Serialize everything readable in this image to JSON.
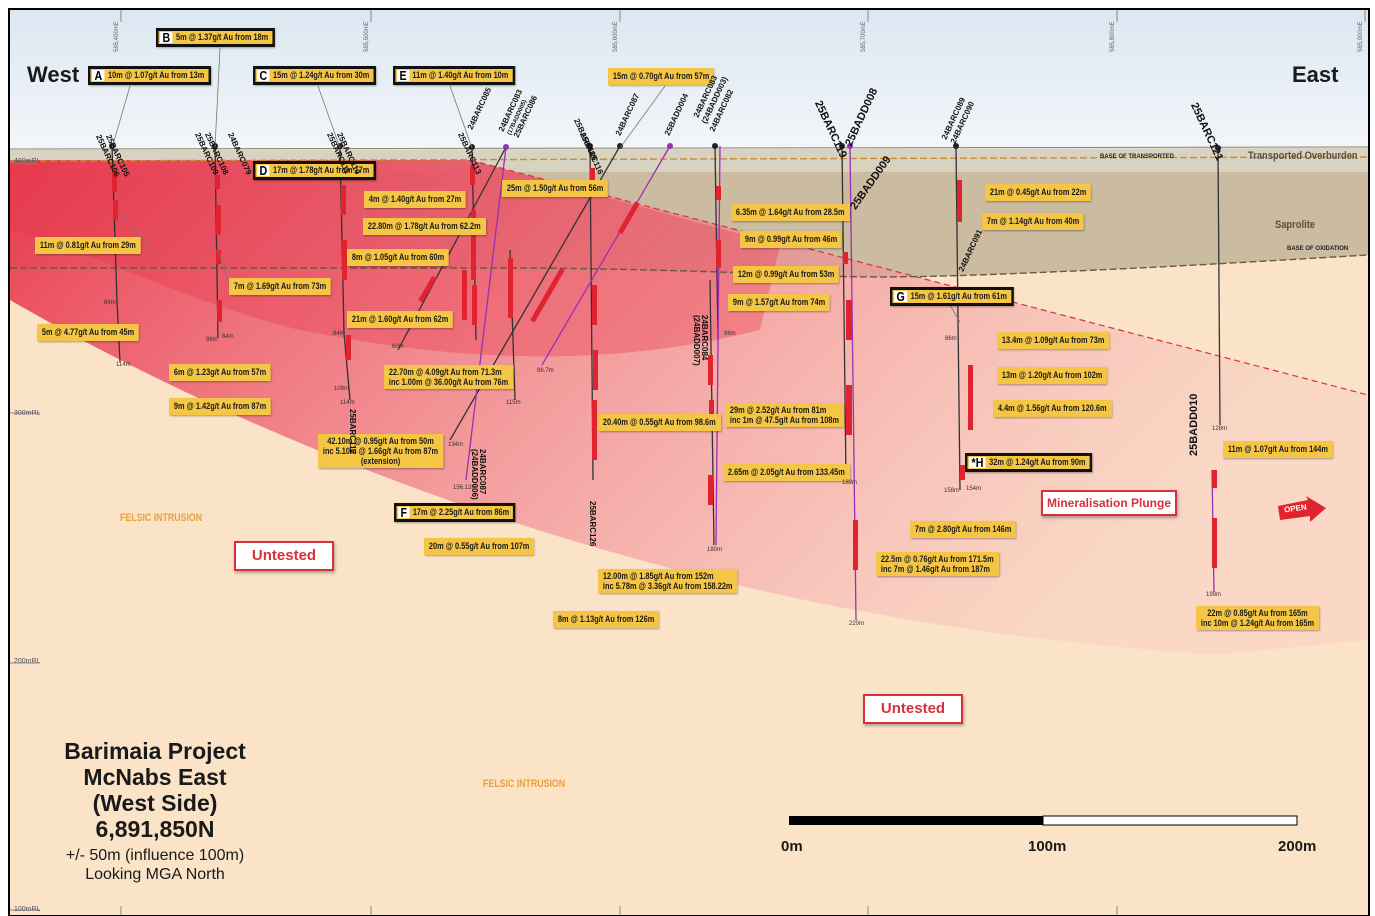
{
  "direction": {
    "west": "West",
    "east": "East"
  },
  "eastings": [
    "585,400mE",
    "585,500mE",
    "585,600mE",
    "585,700mE",
    "585,800mE",
    "585,900mE"
  ],
  "rl_labels": [
    "400mRL",
    "300mRL",
    "200mRL",
    "100mRL"
  ],
  "layers": {
    "transported": "Transported Overburden",
    "base_transported": "BASE OF TRANSPORTED",
    "saprolite": "Saprolite",
    "base_oxidation": "BASE OF OXIDATION"
  },
  "felsic": [
    "FELSIC INTRUSION",
    "FELSIC INTRUSION"
  ],
  "untested": [
    "Untested",
    "Untested"
  ],
  "plunge": "Mineralisation Plunge",
  "open": "OPEN",
  "keyed": [
    {
      "letter": "A",
      "text": "10m @ 1.07g/t Au from 13m"
    },
    {
      "letter": "B",
      "text": "5m @ 1.37g/t Au from 18m"
    },
    {
      "letter": "C",
      "text": "15m @ 1.24g/t Au from 30m"
    },
    {
      "letter": "E",
      "text": "11m @ 1.40g/t Au from 10m"
    },
    {
      "letter": "D",
      "text": "17m @ 1.78g/t Au from 17m"
    },
    {
      "letter": "G",
      "text": "15m @ 1.61g/t Au from 61m"
    },
    {
      "letter": "*H",
      "text": "32m @ 1.24g/t Au from 90m"
    },
    {
      "letter": "F",
      "text": "17m @ 2.25g/t Au from 86m"
    }
  ],
  "intercepts": [
    [
      "15m @ 0.70g/t Au from 57m"
    ],
    [
      "11m @ 0.81g/t Au from 29m"
    ],
    [
      "5m @ 4.77g/t Au from 45m"
    ],
    [
      "7m @ 1.69g/t Au from 73m"
    ],
    [
      "6m @ 1.23g/t Au from 57m"
    ],
    [
      "9m @ 1.42g/t Au from 87m"
    ],
    [
      "4m @ 1.40g/t Au from 27m"
    ],
    [
      "22.80m @ 1.78g/t Au from 62.2m"
    ],
    [
      "8m @ 1.05g/t Au from 60m"
    ],
    [
      "21m @ 1.60g/t Au from 62m"
    ],
    [
      "22.70m @ 4.09g/t Au from 71.3m",
      "inc 1.00m @ 36.00g/t Au from 76m"
    ],
    [
      "42.10m @ 0.95g/t Au from 50m",
      "inc 5.10m @ 1.66g/t Au from 87m",
      "(extension)"
    ],
    [
      "20m @ 0.55g/t Au from 107m"
    ],
    [
      "25m @ 1.50g/t Au from 56m"
    ],
    [
      "20.40m @ 0.55g/t Au from 98.6m"
    ],
    [
      "12.00m @ 1.85g/t Au from 152m",
      "inc 5.78m @ 3.36g/t Au from 158.22m"
    ],
    [
      "8m @ 1.13g/t Au from 126m"
    ],
    [
      "6.35m @ 1.64g/t Au from 28.5m"
    ],
    [
      "9m @ 0.99g/t Au from 46m"
    ],
    [
      "12m @ 0.99g/t Au from 53m"
    ],
    [
      "9m @ 1.57g/t Au from 74m"
    ],
    [
      "29m @ 2.52g/t Au from 81m",
      "inc 1m @ 47.5g/t Au from 108m"
    ],
    [
      "2.65m @ 2.05g/t Au from 133.45m"
    ],
    [
      "21m @ 0.45g/t Au from 22m"
    ],
    [
      "7m @ 1.14g/t Au from 40m"
    ],
    [
      "13.4m @ 1.09g/t Au from 73m"
    ],
    [
      "13m @ 1.20g/t Au from 102m"
    ],
    [
      "4.4m @ 1.56g/t Au from 120.6m"
    ],
    [
      "7m @ 2.80g/t Au from 146m"
    ],
    [
      "22.5m @ 0.76g/t Au from 171.5m",
      "inc 7m @ 1.46g/t Au from 187m"
    ],
    [
      "11m @ 1.07g/t Au from 144m"
    ],
    [
      "22m @ 0.85g/t Au from 165m",
      "inc 10m @ 1.24g/t Au from 165m"
    ]
  ],
  "holes": [
    "25BARC105",
    "25BARC106",
    "25BARC108",
    "25BARC109",
    "24BARC079",
    "25BARC110",
    "25BARC111",
    "25BARC113",
    "24BARC085",
    "24BARC083",
    "(17BADD005)",
    "25BARC086",
    "25BARC116",
    "25BARC115",
    "24BARC087",
    "25BADD004",
    "24BARC083",
    "(24BADD003)",
    "24BARC082",
    "25BARC119",
    "25BADD008",
    "25BADD009",
    "24BARC089",
    "24BARC090",
    "24BARC091",
    "25BARC121",
    "25BARC112",
    "24BARC087",
    "(24BADD006)",
    "25BARC126",
    "24BARC084",
    "(24BADD007)",
    "25BADD010"
  ],
  "depths": [
    "84m",
    "114m",
    "86m",
    "84m",
    "84m",
    "108m",
    "114m",
    "60m",
    "115m",
    "86.7m",
    "134m",
    "156.12m",
    "86m",
    "180m",
    "189m",
    "220m",
    "86m",
    "158m",
    "154m",
    "128m",
    "199m"
  ],
  "title": {
    "line1": "Barimaia Project",
    "line2": "McNabs East",
    "line3": "(West Side)",
    "line4": "6,891,850N",
    "sub1": "+/- 50m (influence 100m)",
    "sub2": "Looking MGA North"
  },
  "scale": {
    "zero": "0m",
    "mid": "100m",
    "end": "200m"
  },
  "colors": {
    "sky": "#dbe7f2",
    "overburden": "#d8d2c0",
    "saprolite": "#cbbba0",
    "country_rock": "#fbe3c8",
    "mineralisation": "#ee6a7a",
    "label_fill": "#f5c646",
    "intercept_red": "#e0232e",
    "diamond_hole": "#9b2fb5"
  }
}
